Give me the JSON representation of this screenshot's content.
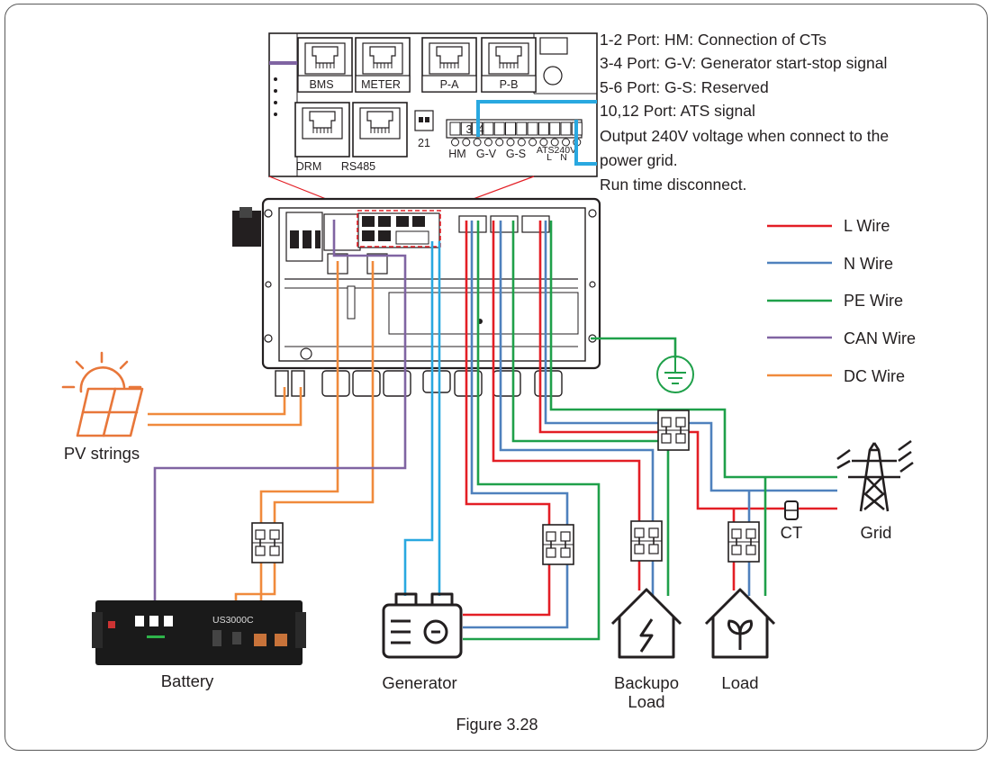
{
  "figure_caption": "Figure 3.28",
  "port_notes": [
    "1-2 Port: HM: Connection of CTs",
    "3-4 Port: G-V: Generator start-stop signal",
    "5-6 Port: G-S: Reserved",
    "10,12 Port: ATS signal",
    "Output 240V voltage when connect to the",
    "power grid.",
    "Run time disconnect."
  ],
  "communication_panel": {
    "rj45_top": [
      "BMS",
      "METER",
      "P-A",
      "P-B"
    ],
    "rj45_bottom": [
      "DRM",
      "RS485"
    ],
    "dip_label": "21",
    "terminal_numbers": [
      "3",
      "4"
    ],
    "terminal_groups": [
      "HM",
      "G-V",
      "G-S",
      "ATS240V"
    ],
    "terminal_sublabels": [
      "L",
      "N"
    ]
  },
  "legend": [
    {
      "label": "L Wire",
      "color": "#e31e25"
    },
    {
      "label": "N Wire",
      "color": "#4f81bd"
    },
    {
      "label": "PE Wire",
      "color": "#1fa04a"
    },
    {
      "label": "CAN Wire",
      "color": "#8064a2"
    },
    {
      "label": "DC Wire",
      "color": "#f08a3c"
    }
  ],
  "components": {
    "pv": "PV strings",
    "battery": "Battery",
    "battery_model": "US3000C",
    "generator": "Generator",
    "backup_load": "Backupo\nLoad",
    "load": "Load",
    "ct": "CT",
    "grid": "Grid"
  },
  "colors": {
    "l_wire": "#e31e25",
    "n_wire": "#4f81bd",
    "pe_wire": "#1fa04a",
    "can_wire": "#8064a2",
    "dc_wire": "#f08a3c",
    "ats_wire": "#29a8e0",
    "icon_orange": "#e8773a"
  }
}
